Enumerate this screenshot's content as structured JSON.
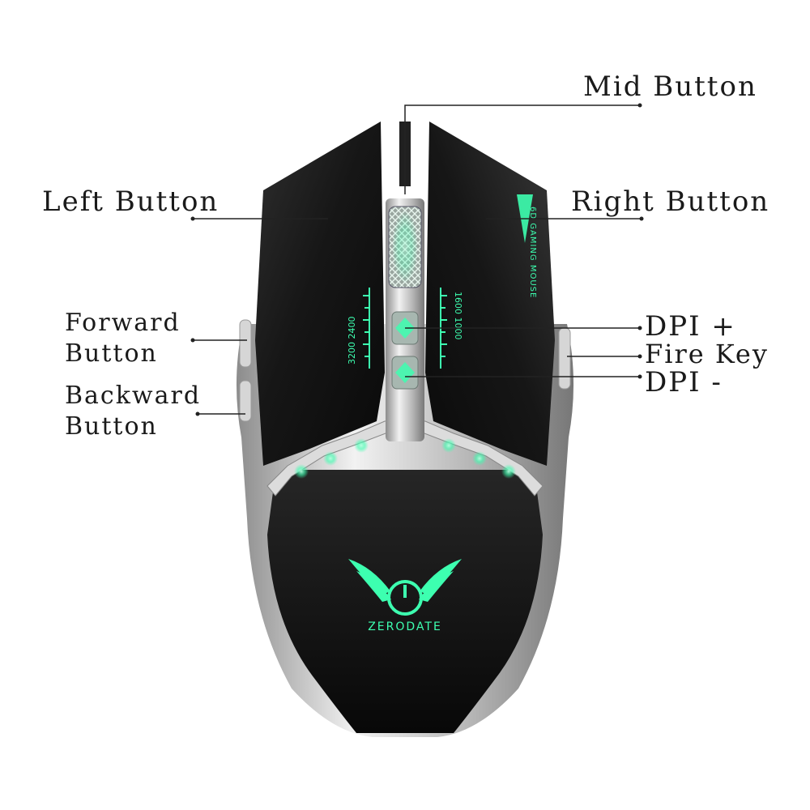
{
  "labels": {
    "mid_button": "Mid Button",
    "left_button": "Left Button",
    "right_button": "Right Button",
    "forward_button_line1": "Forward",
    "forward_button_line2": "Button",
    "backward_button_line1": "Backward",
    "backward_button_line2": "Button",
    "dpi_plus": "DPI +",
    "fire_key": "Fire Key",
    "dpi_minus": "DPI -"
  },
  "mouse": {
    "brand": "ZERODATE",
    "side_text": "6D GAMING MOUSE",
    "dpi_left": "3200 2400",
    "dpi_right": "1600 1000"
  },
  "colors": {
    "body": "#141414",
    "body_highlight": "#2e2e2e",
    "chrome": "#c9c9c9",
    "led_green": "#3dffb0",
    "text": "#1a1a1a",
    "leader_line": "#222222"
  }
}
